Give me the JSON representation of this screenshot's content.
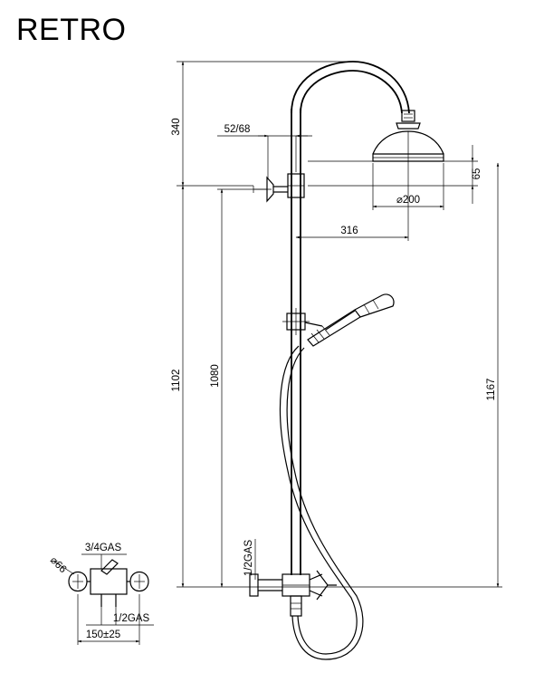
{
  "title": "RETRO",
  "dimensions": {
    "d340": "340",
    "d52_68": "52/68",
    "d65": "65",
    "d200": "⌀200",
    "d316": "316",
    "d1102": "1102",
    "d1080": "1080",
    "d1167": "1167",
    "d_half_gas_vert": "1/2GAS"
  },
  "detail": {
    "gas34": "3/4GAS",
    "phi66": "⌀66",
    "gas12": "1/2GAS",
    "spacing": "150±25"
  }
}
